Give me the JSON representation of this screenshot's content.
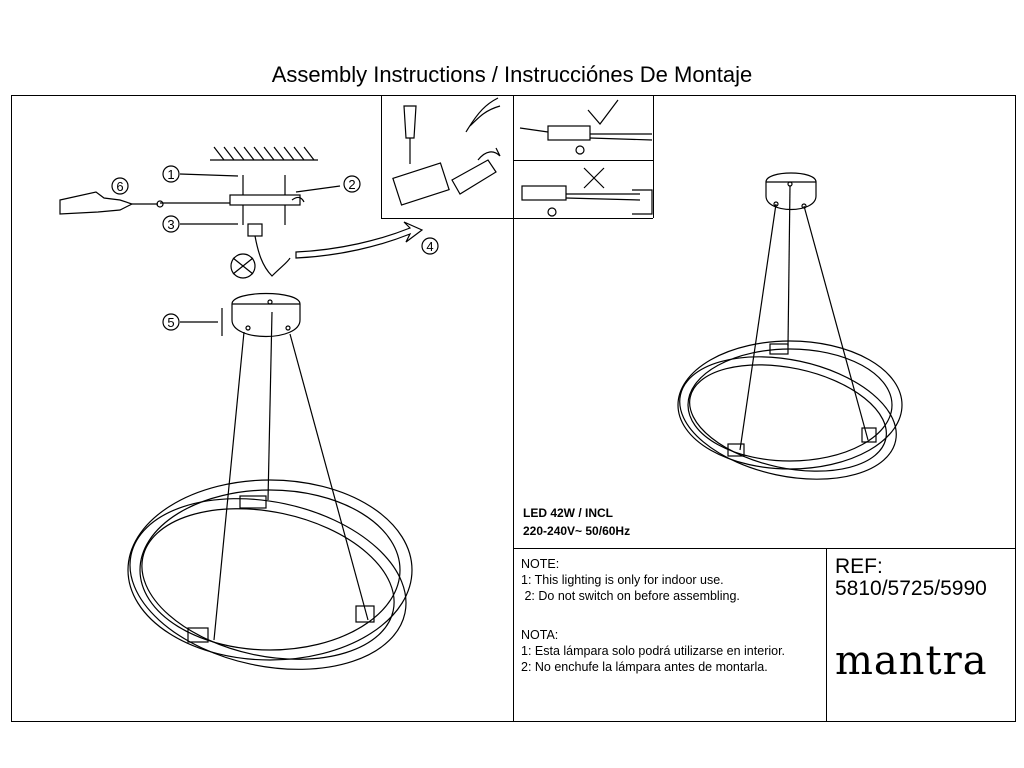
{
  "title": "Assembly Instructions / Instrucciónes De Montaje",
  "callouts": [
    "1",
    "2",
    "3",
    "4",
    "5",
    "6"
  ],
  "specs": {
    "line1": "LED 42W / INCL",
    "line2": "220-240V~  50/60Hz"
  },
  "note_en": {
    "heading": "NOTE:",
    "item1": "1: This lighting is only for indoor use.",
    "item2": " 2: Do not switch on before assembling."
  },
  "note_es": {
    "heading": "NOTA:",
    "item1": "1: Esta lámpara solo podrá utilizarse en interior.",
    "item2": "2: No enchufe la lámpara antes de montarla."
  },
  "ref": {
    "label": "REF:",
    "codes": "5810/5725/5990"
  },
  "brand": {
    "name": "mantra"
  },
  "colors": {
    "ink": "#000000",
    "paper": "#ffffff"
  }
}
